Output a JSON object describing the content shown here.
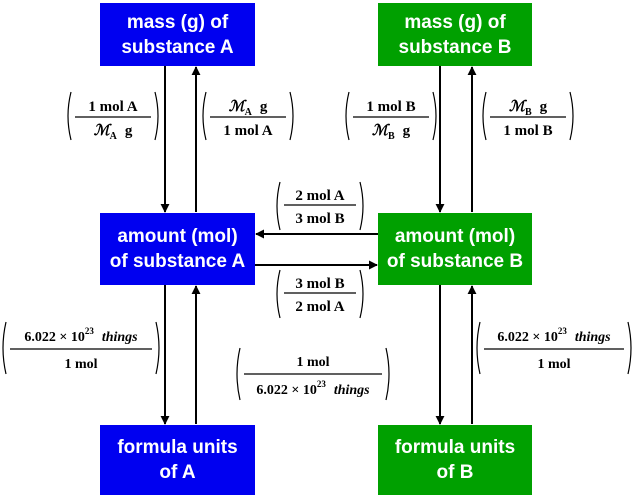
{
  "colors": {
    "substance_a": "#0000f0",
    "substance_b": "#00a000",
    "arrow": "#000000"
  },
  "boxes": {
    "mass_a": "mass (g) of\nsubstance A",
    "mass_b": "mass (g) of\nsubstance B",
    "amount_a": "amount (mol)\nof substance A",
    "amount_b": "amount (mol)\nof substance B",
    "units_a": "formula units\nof A",
    "units_b": "formula units\nof B"
  },
  "factors": {
    "mass_to_mol_a": {
      "num": "1 mol A",
      "den_symbol": "ℳ",
      "den_sub": "A",
      "den_unit": "g"
    },
    "mol_to_mass_a": {
      "num_symbol": "ℳ",
      "num_sub": "A",
      "num_unit": "g",
      "den": "1 mol A"
    },
    "mass_to_mol_b": {
      "num": "1 mol B",
      "den_symbol": "ℳ",
      "den_sub": "B",
      "den_unit": "g"
    },
    "mol_to_mass_b": {
      "num_symbol": "ℳ",
      "num_sub": "B",
      "num_unit": "g",
      "den": "1 mol B"
    },
    "b_to_a": {
      "num": "2 mol A",
      "den": "3 mol B"
    },
    "a_to_b": {
      "num": "3 mol B",
      "den": "2 mol A"
    },
    "mol_to_units_a": {
      "num_mantissa": "6.022 × 10",
      "num_exp": "23",
      "num_word": "things",
      "den": "1 mol"
    },
    "units_to_mol": {
      "num": "1 mol",
      "den_mantissa": "6.022 × 10",
      "den_exp": "23",
      "den_word": "things"
    },
    "mol_to_units_b": {
      "num_mantissa": "6.022 × 10",
      "num_exp": "23",
      "num_word": "things",
      "den": "1 mol"
    }
  }
}
